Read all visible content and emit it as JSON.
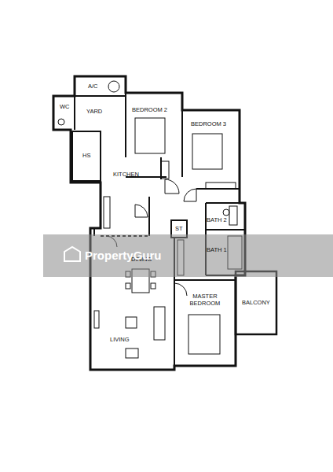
{
  "diagram": {
    "nodes": [
      {
        "text": [
          "A/C"
        ]
      },
      {
        "text": [
          "WC"
        ]
      },
      {
        "text": [
          "YARD"
        ]
      },
      {
        "text": [
          "BEDROOM 2"
        ]
      },
      {
        "text": [
          "HS"
        ]
      },
      {
        "text": [
          "BEDROOM 3"
        ]
      },
      {
        "text": [
          "KITCHEN"
        ]
      },
      {
        "text": [
          "BATH 2"
        ]
      },
      {
        "text": [
          "ST"
        ]
      },
      {
        "text": [
          "BATH 1"
        ]
      },
      {
        "text": [
          "DINING"
        ]
      },
      {
        "text": [
          "MASTER BEDROOM"
        ]
      },
      {
        "text": [
          "BALCONY"
        ]
      },
      {
        "text": [
          "LIVING"
        ]
      }
    ],
    "labels": [
      "PropertyGuru"
    ]
  }
}
